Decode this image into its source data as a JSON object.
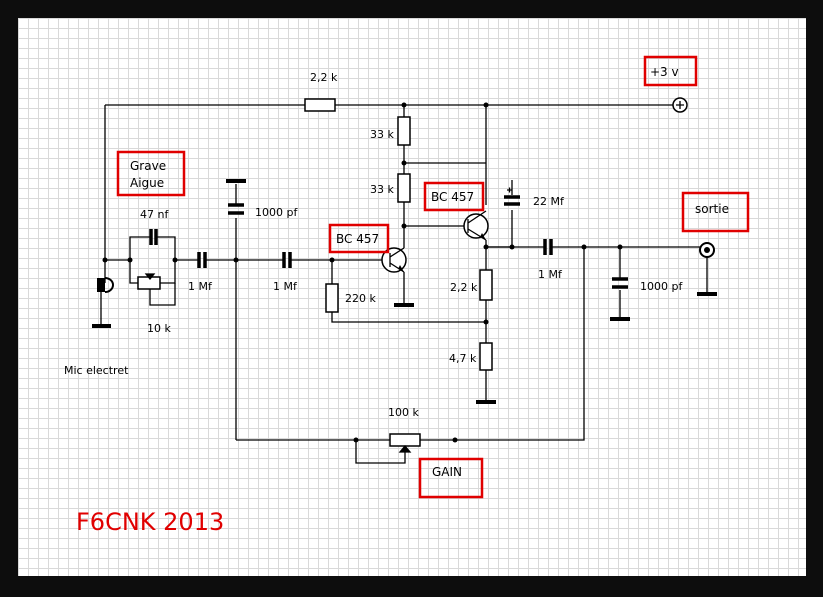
{
  "labels": {
    "r_feed": "2,2 k",
    "r_33a": "33 k",
    "r_33b": "33 k",
    "c_47nf": "47 nf",
    "pot_10k": "10 k",
    "c_1000pf_in": "1000 pf",
    "c_1mf_a": "1 Mf",
    "c_1mf_b": "1 Mf",
    "r_220k": "220 k",
    "r_2k2_emitter": "2,2 k",
    "r_4k7": "4,7 k",
    "c_22mf": "22 Mf",
    "c_1mf_out": "1 Mf",
    "c_1000pf_out": "1000 pf",
    "pot_100k": "100 k",
    "mic": "Mic electret"
  },
  "boxes": {
    "supply": "+3 v",
    "output": "sortie",
    "tone_line1": "Grave",
    "tone_line2": "Aigue",
    "q1": "BC 457",
    "q2": "BC 457",
    "gain": "GAIN"
  },
  "signature": "F6CNK 2013",
  "colors": {
    "frame": "#0d0d0d",
    "grid": "#d9d9d9",
    "highlight": "#e00000"
  }
}
